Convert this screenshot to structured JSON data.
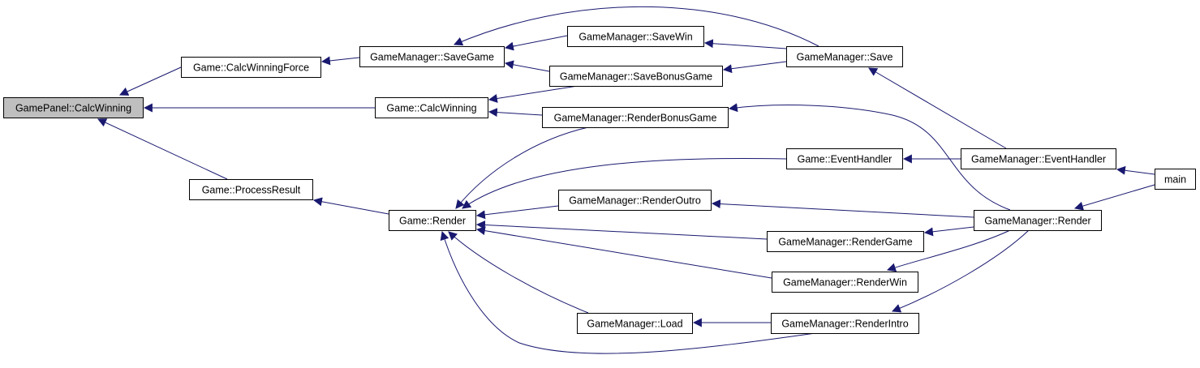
{
  "colors": {
    "edge": "#191970",
    "node_border": "#000000",
    "node_fill": "#ffffff",
    "root_fill": "#bfbfbf"
  },
  "nodes": [
    {
      "id": "n0",
      "label": "GamePanel::CalcWinning",
      "root": true
    },
    {
      "id": "n1",
      "label": "Game::CalcWinningForce"
    },
    {
      "id": "n2",
      "label": "GameManager::SaveGame"
    },
    {
      "id": "n3",
      "label": "GameManager::SaveWin"
    },
    {
      "id": "n4",
      "label": "GameManager::Save"
    },
    {
      "id": "n5",
      "label": "GameManager::SaveBonusGame"
    },
    {
      "id": "n6",
      "label": "Game::CalcWinning"
    },
    {
      "id": "n7",
      "label": "GameManager::RenderBonusGame"
    },
    {
      "id": "n8",
      "label": "Game::EventHandler"
    },
    {
      "id": "n9",
      "label": "GameManager::EventHandler"
    },
    {
      "id": "n10",
      "label": "main"
    },
    {
      "id": "n11",
      "label": "Game::ProcessResult"
    },
    {
      "id": "n12",
      "label": "Game::Render"
    },
    {
      "id": "n13",
      "label": "GameManager::RenderOutro"
    },
    {
      "id": "n14",
      "label": "GameManager::Render"
    },
    {
      "id": "n15",
      "label": "GameManager::RenderGame"
    },
    {
      "id": "n16",
      "label": "GameManager::RenderWin"
    },
    {
      "id": "n17",
      "label": "GameManager::Load"
    },
    {
      "id": "n18",
      "label": "GameManager::RenderIntro"
    }
  ],
  "edges": [
    {
      "from": "n1",
      "to": "n0"
    },
    {
      "from": "n6",
      "to": "n0"
    },
    {
      "from": "n11",
      "to": "n0"
    },
    {
      "from": "n2",
      "to": "n1"
    },
    {
      "from": "n3",
      "to": "n2"
    },
    {
      "from": "n5",
      "to": "n2"
    },
    {
      "from": "n4",
      "to": "n2"
    },
    {
      "from": "n4",
      "to": "n3"
    },
    {
      "from": "n4",
      "to": "n5"
    },
    {
      "from": "n9",
      "to": "n4"
    },
    {
      "from": "n5",
      "to": "n6"
    },
    {
      "from": "n7",
      "to": "n6"
    },
    {
      "from": "n14",
      "to": "n7"
    },
    {
      "from": "n9",
      "to": "n8"
    },
    {
      "from": "n10",
      "to": "n9"
    },
    {
      "from": "n10",
      "to": "n14"
    },
    {
      "from": "n12",
      "to": "n11"
    },
    {
      "from": "n7",
      "to": "n12"
    },
    {
      "from": "n8",
      "to": "n12"
    },
    {
      "from": "n13",
      "to": "n12"
    },
    {
      "from": "n15",
      "to": "n12"
    },
    {
      "from": "n16",
      "to": "n12"
    },
    {
      "from": "n17",
      "to": "n12"
    },
    {
      "from": "n18",
      "to": "n12"
    },
    {
      "from": "n14",
      "to": "n13"
    },
    {
      "from": "n14",
      "to": "n15"
    },
    {
      "from": "n14",
      "to": "n16"
    },
    {
      "from": "n14",
      "to": "n18"
    },
    {
      "from": "n18",
      "to": "n17"
    }
  ]
}
